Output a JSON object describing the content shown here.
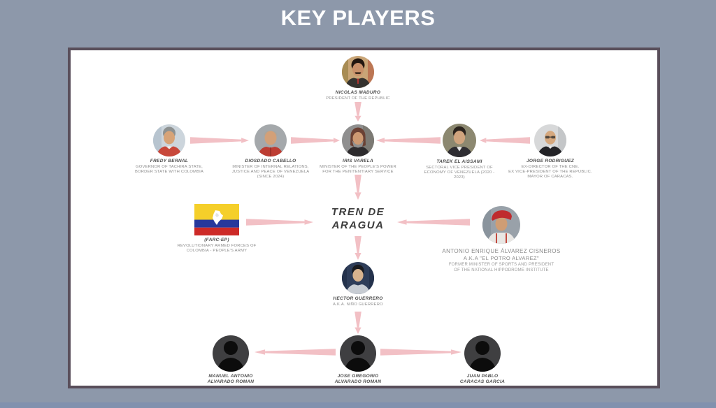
{
  "title": "KEY PLAYERS",
  "organization": "TREN DE\nARAGUA",
  "nodes": {
    "maduro": {
      "name": "NICOLAS MADURO",
      "role": "PRESIDENT OF THE REPUBLIC"
    },
    "bernal": {
      "name": "FREDY BERNAL",
      "role": "GOVERNOR OF TACHIRA STATE,\nBORDER STATE WITH COLOMBIA"
    },
    "cabello": {
      "name": "DIOSDADO CABELLO",
      "role": "MINISTER OF INTERNAL RELATIONS,\nJUSTICE AND PEACE OF VENEZUELA\n(SINCE 2024)"
    },
    "varela": {
      "name": "IRIS VARELA",
      "role": "MINISTER OF THE PEOPLE'S POWER\nFOR THE PENITENTIARY SERVICE"
    },
    "aissami": {
      "name": "TAREK EL AISSAMI",
      "role": "SECTORAL VICE PRESIDENT OF\nECONOMY OF VENEZUELA (2020 -\n2023)"
    },
    "rodriguez": {
      "name": "JORGE RODRIGUEZ",
      "role": "EX-DIRECTOR OF THE CNE.\nEX VICE-PRESIDENT OF THE REPUBLIC.\nMAYOR OF CARACAS."
    },
    "farc": {
      "name": "(FARC-EP)",
      "role": "REVOLUTIONARY ARMED FORCES OF\nCOLOMBIA - PEOPLE'S ARMY"
    },
    "alvarez": {
      "name": "ANTONIO ENRIQUE ÁLVAREZ CISNEROS",
      "alias": "A.K.A \"EL POTRO ALVAREZ\"",
      "role": "FORMER MINISTER OF SPORTS AND PRESIDENT\nOF THE NATIONAL HIPPODROME INSTITUTE"
    },
    "guerrero": {
      "name": "HECTOR GUERRERO",
      "role": "A.K.A. NIÑO GUERRERO"
    },
    "manuel": {
      "name": "MANUEL ANTONIO\nALVARADO ROMAN"
    },
    "jose": {
      "name": "JOSE GREGORIO\nALVARADO ROMAN"
    },
    "juan": {
      "name": "JUAN PABLO\nCARACAS GARCIA"
    }
  },
  "edges": [
    {
      "from": "maduro",
      "to": "varela"
    },
    {
      "from": "bernal",
      "to": "cabello"
    },
    {
      "from": "cabello",
      "to": "varela"
    },
    {
      "from": "aissami",
      "to": "varela"
    },
    {
      "from": "rodriguez",
      "to": "aissami"
    },
    {
      "from": "varela",
      "to": "tren-de-aragua"
    },
    {
      "from": "farc",
      "to": "tren-de-aragua"
    },
    {
      "from": "alvarez",
      "to": "tren-de-aragua"
    },
    {
      "from": "tren-de-aragua",
      "to": "guerrero"
    },
    {
      "from": "guerrero",
      "to": "jose"
    },
    {
      "from": "jose",
      "to": "manuel"
    },
    {
      "from": "jose",
      "to": "juan"
    }
  ],
  "colors": {
    "background": "#8d98aa",
    "panel_border": "#594e5a",
    "arrow": "#f2c0c5",
    "title": "#ffffff"
  }
}
